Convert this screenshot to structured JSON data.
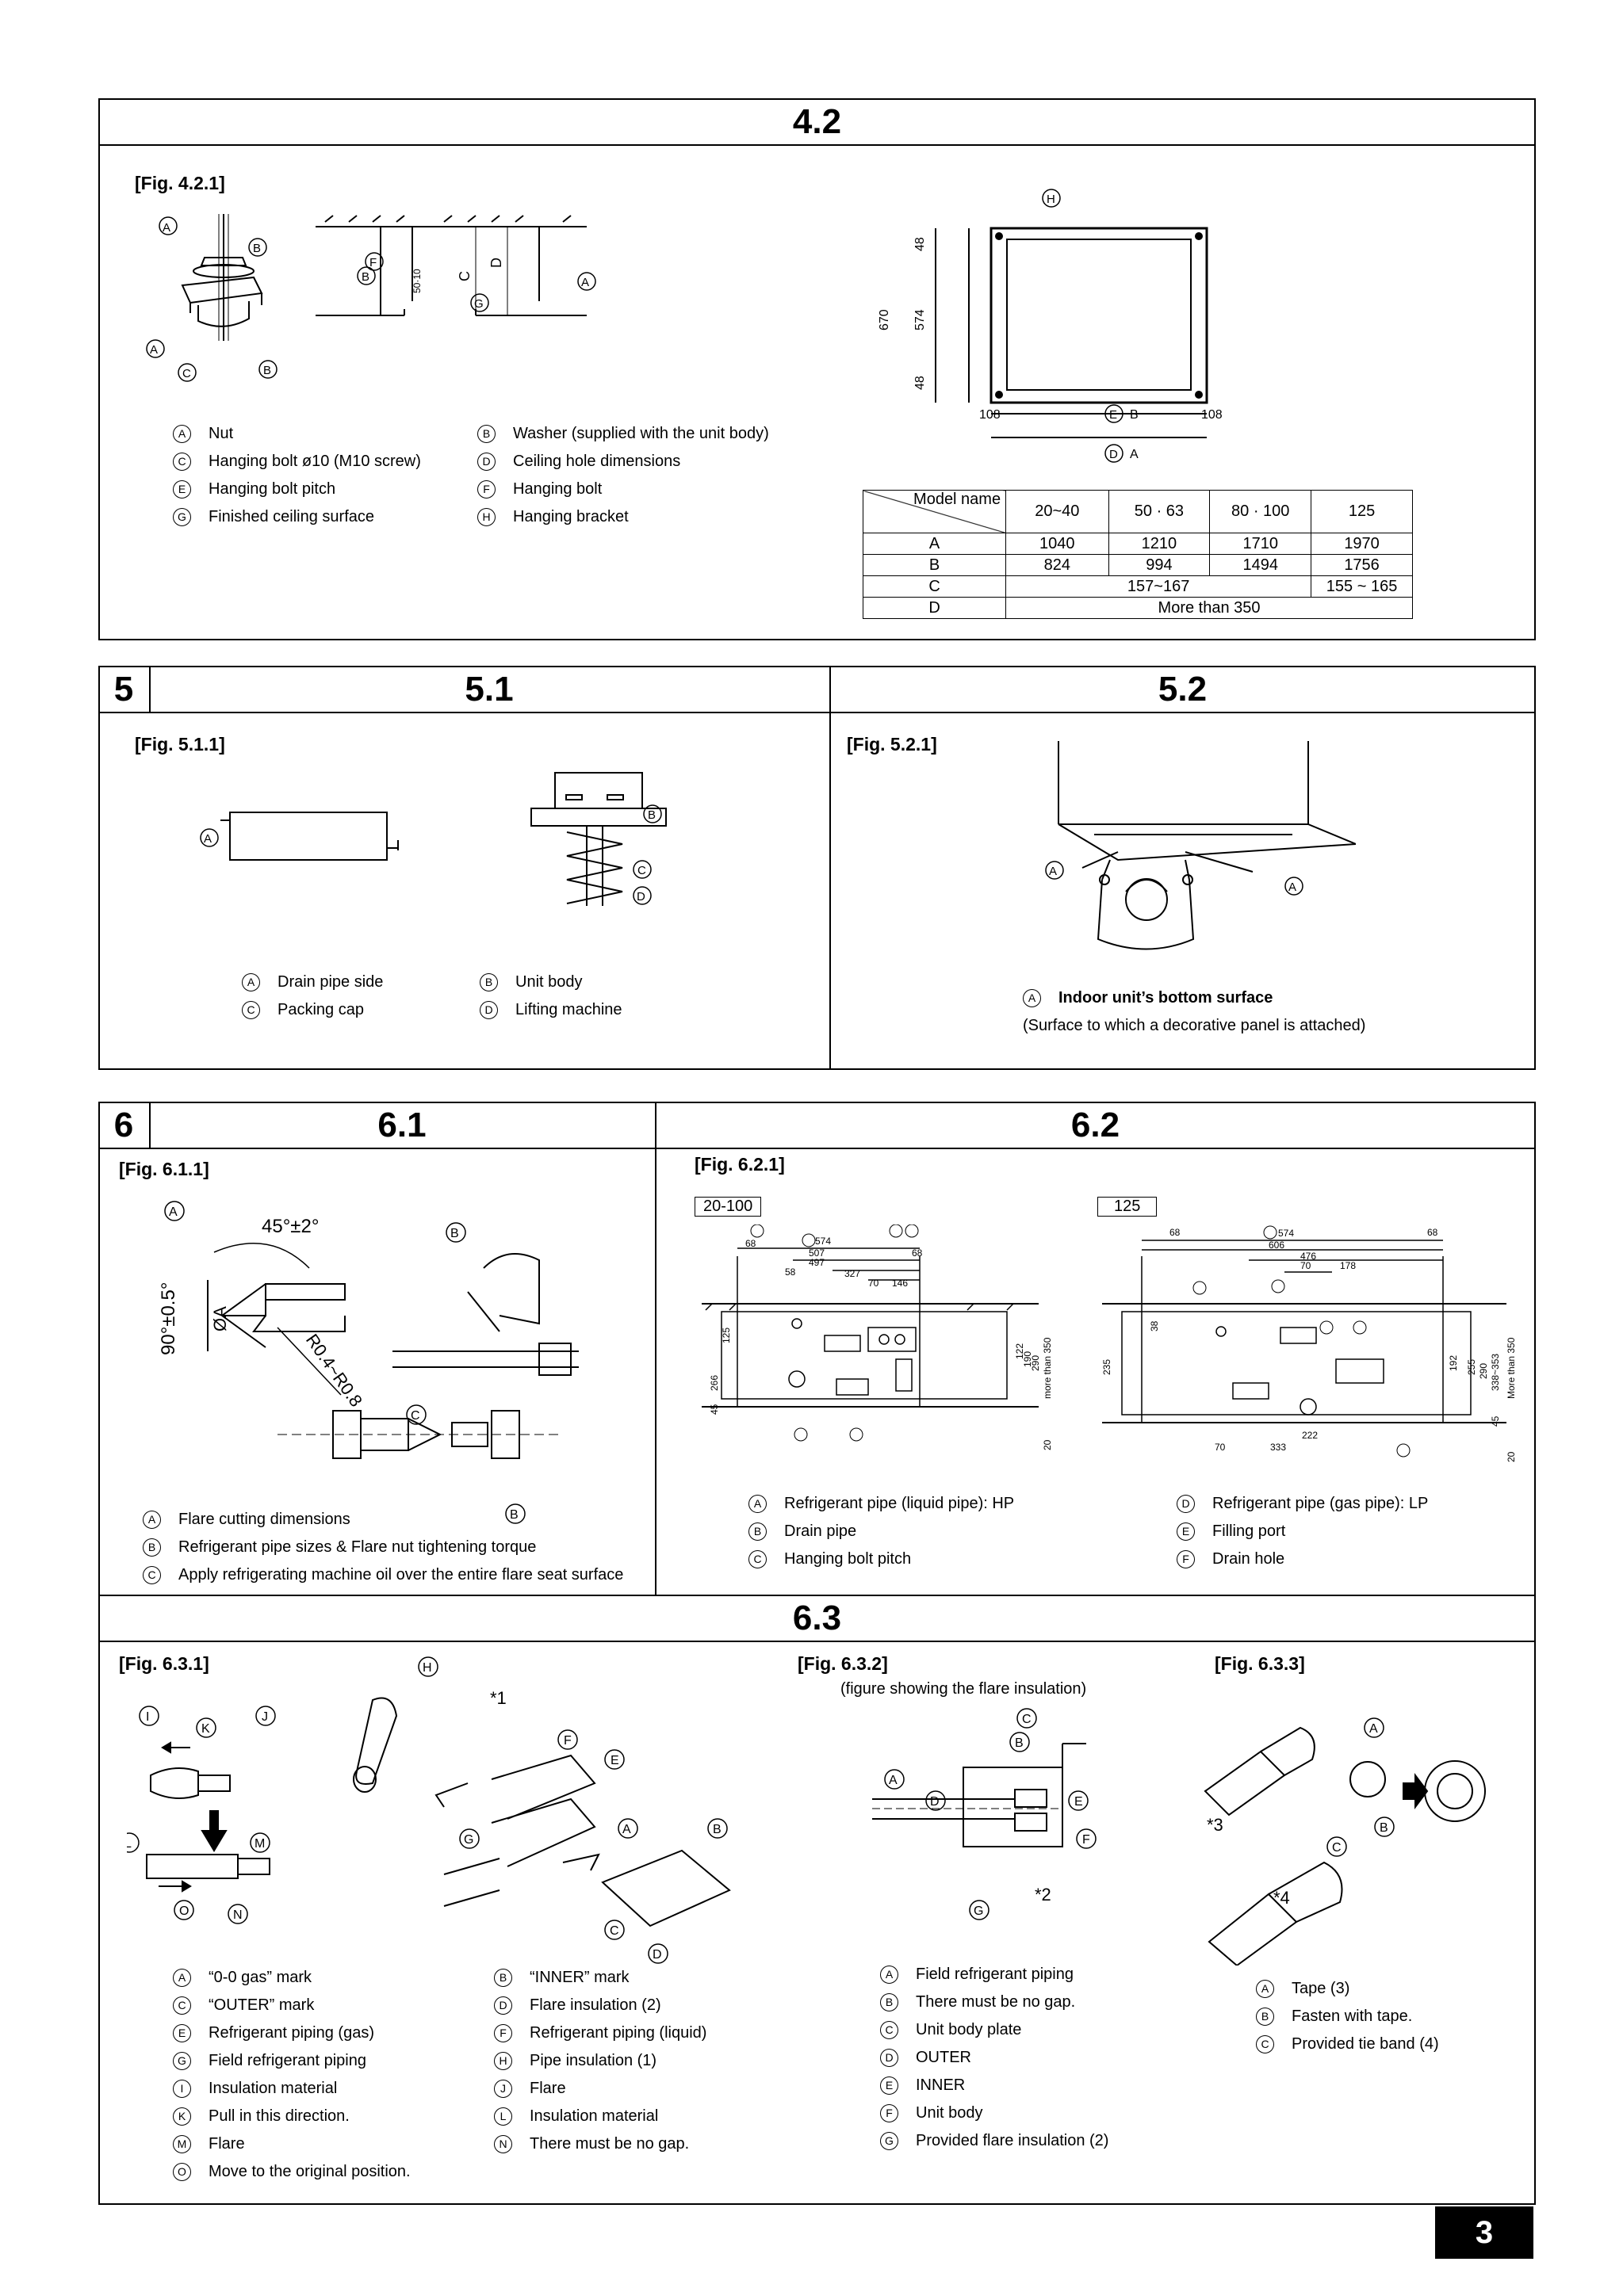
{
  "s42": {
    "header": "4.2",
    "fig": "[Fig. 4.2.1]",
    "legend": [
      {
        "k": "A",
        "t": "Nut"
      },
      {
        "k": "B",
        "t": "Washer (supplied with the unit body)"
      },
      {
        "k": "C",
        "t": "Hanging bolt ø10 (M10 screw)"
      },
      {
        "k": "D",
        "t": "Ceiling hole dimensions"
      },
      {
        "k": "E",
        "t": "Hanging bolt pitch"
      },
      {
        "k": "F",
        "t": "Hanging bolt"
      },
      {
        "k": "G",
        "t": "Finished ceiling surface"
      },
      {
        "k": "H",
        "t": "Hanging bracket"
      }
    ],
    "dims": {
      "d670": "670",
      "d574": "574",
      "d48a": "48",
      "d48b": "48",
      "d108a": "108",
      "d108b": "108",
      "b": "B",
      "a": "A",
      "v5010": "50·10"
    },
    "table": {
      "head": [
        "Model name",
        "20~40",
        "50 · 63",
        "80 · 100",
        "125"
      ],
      "rows": [
        [
          "A",
          "1040",
          "1210",
          "1710",
          "1970"
        ],
        [
          "B",
          "824",
          "994",
          "1494",
          "1756"
        ],
        [
          "C",
          "157~167",
          "155 ~ 165"
        ],
        [
          "D",
          "More than 350"
        ]
      ]
    }
  },
  "s5": {
    "num": "5",
    "h51": "5.1",
    "h52": "5.2",
    "fig511": "[Fig. 5.1.1]",
    "fig521": "[Fig. 5.2.1]",
    "legend51": [
      {
        "k": "A",
        "t": "Drain pipe side"
      },
      {
        "k": "B",
        "t": "Unit body"
      },
      {
        "k": "C",
        "t": "Packing cap"
      },
      {
        "k": "D",
        "t": "Lifting machine"
      }
    ],
    "legend52_title": "Indoor unit’s bottom surface",
    "legend52_note": "(Surface to which a decorative panel is attached)"
  },
  "s6": {
    "num": "6",
    "h61": "6.1",
    "h62": "6.2",
    "h63": "6.3",
    "fig611": "[Fig. 6.1.1]",
    "fig621": "[Fig. 6.2.1]",
    "fig631": "[Fig. 6.3.1]",
    "fig632": "[Fig. 6.3.2]",
    "fig632_caption": "(figure showing the flare insulation)",
    "fig633": "[Fig. 6.3.3]",
    "angle45": "45°±2°",
    "angle90": "90°±0.5°",
    "phiA": "ØA",
    "radius": "R0.4~R0.8",
    "tag20100": "20-100",
    "tag125": "125",
    "legend61": [
      {
        "k": "A",
        "t": "Flare cutting dimensions"
      },
      {
        "k": "B",
        "t": "Refrigerant pipe sizes & Flare nut tightening torque"
      },
      {
        "k": "C",
        "t": "Apply refrigerating machine oil over the entire flare seat surface"
      }
    ],
    "legend62": [
      {
        "k": "A",
        "t": "Refrigerant pipe (liquid pipe): HP"
      },
      {
        "k": "D",
        "t": "Refrigerant pipe (gas pipe): LP"
      },
      {
        "k": "B",
        "t": "Drain pipe"
      },
      {
        "k": "E",
        "t": "Filling port"
      },
      {
        "k": "C",
        "t": "Hanging bolt pitch"
      },
      {
        "k": "F",
        "t": "Drain hole"
      }
    ],
    "legend631": [
      {
        "k": "A",
        "t": "“0-0 gas” mark"
      },
      {
        "k": "B",
        "t": "“INNER” mark"
      },
      {
        "k": "C",
        "t": "“OUTER” mark"
      },
      {
        "k": "D",
        "t": "Flare insulation (2)"
      },
      {
        "k": "E",
        "t": "Refrigerant piping (gas)"
      },
      {
        "k": "F",
        "t": "Refrigerant piping (liquid)"
      },
      {
        "k": "G",
        "t": "Field refrigerant piping"
      },
      {
        "k": "H",
        "t": "Pipe insulation (1)"
      },
      {
        "k": "I",
        "t": "Insulation material"
      },
      {
        "k": "J",
        "t": "Flare"
      },
      {
        "k": "K",
        "t": "Pull in this direction."
      },
      {
        "k": "L",
        "t": "Insulation material"
      },
      {
        "k": "M",
        "t": "Flare"
      },
      {
        "k": "N",
        "t": "There must be no gap."
      },
      {
        "k": "O",
        "t": "Move to the original position."
      }
    ],
    "legend632": [
      {
        "k": "A",
        "t": "Field refrigerant piping"
      },
      {
        "k": "B",
        "t": "There must be no gap."
      },
      {
        "k": "C",
        "t": "Unit body plate"
      },
      {
        "k": "D",
        "t": "OUTER"
      },
      {
        "k": "E",
        "t": "INNER"
      },
      {
        "k": "F",
        "t": "Unit body"
      },
      {
        "k": "G",
        "t": "Provided flare insulation (2)"
      }
    ],
    "legend633": [
      {
        "k": "A",
        "t": "Tape (3)"
      },
      {
        "k": "B",
        "t": "Fasten with tape."
      },
      {
        "k": "C",
        "t": "Provided tie band (4)"
      }
    ],
    "star1": "*1",
    "star2": "*2",
    "star3": "*3",
    "star4": "*4"
  },
  "page_number": "3"
}
